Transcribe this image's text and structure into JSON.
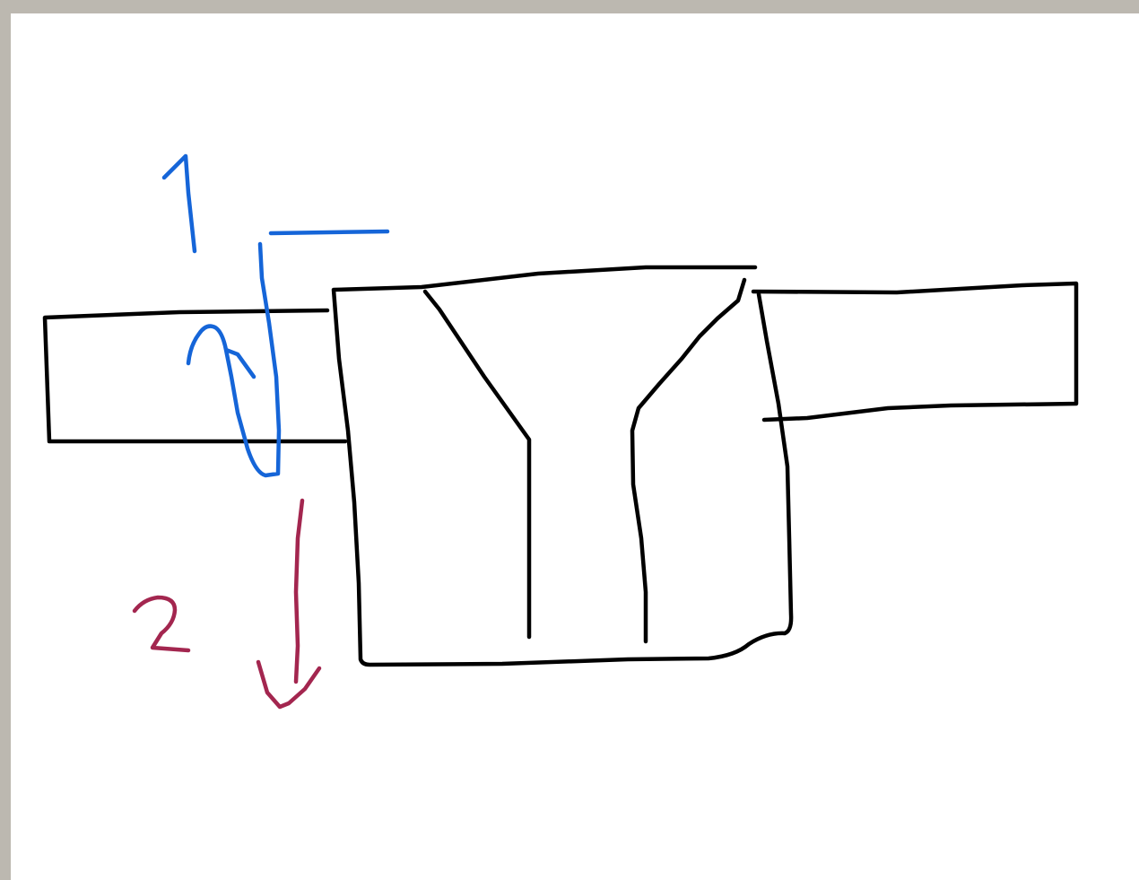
{
  "sketch": {
    "ink_colors": {
      "garment": "#000000",
      "step1": "#1565d8",
      "step2": "#a3264f"
    },
    "labels": [
      {
        "name": "step-1-label",
        "text": "1",
        "color": "#1565d8"
      },
      {
        "name": "step-2-label",
        "text": "2",
        "color": "#a3264f"
      }
    ]
  }
}
